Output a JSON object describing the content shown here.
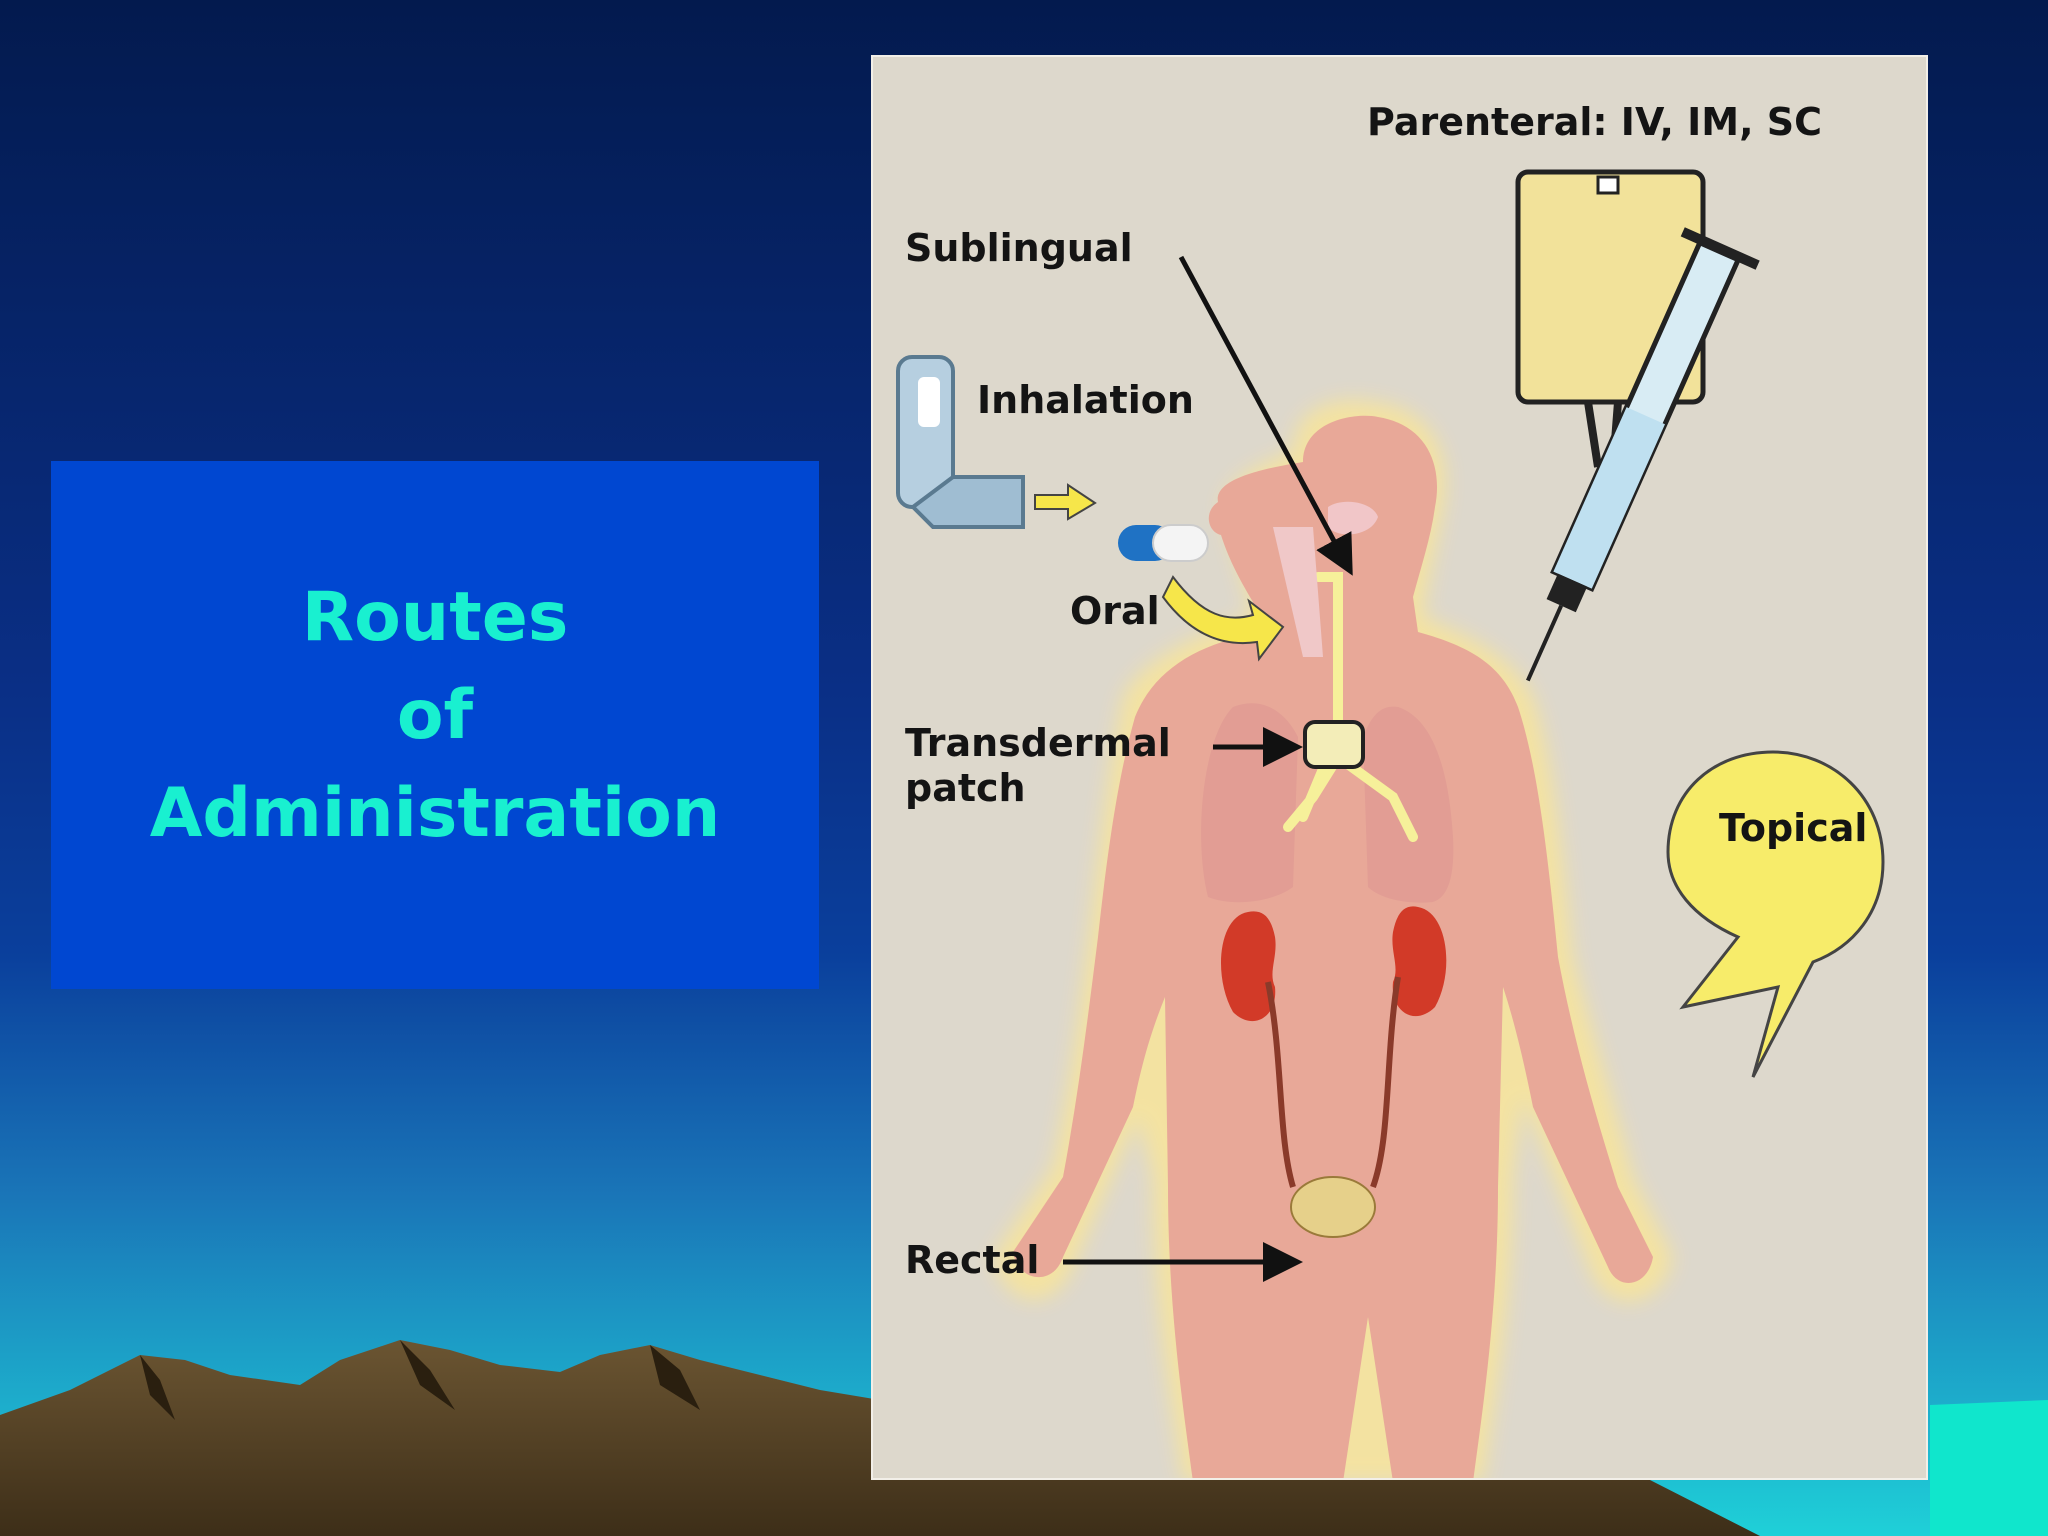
{
  "slide": {
    "title_lines": [
      "Routes",
      "of",
      "Administration"
    ]
  },
  "diagram": {
    "labels": {
      "parenteral": "Parenteral: IV, IM, SC",
      "sublingual": "Sublingual",
      "inhalation": "Inhalation",
      "oral": "Oral",
      "transdermal_line1": "Transdermal",
      "transdermal_line2": "patch",
      "topical": "Topical",
      "rectal": "Rectal"
    }
  },
  "colors": {
    "title_text": "#19f0d0",
    "title_box": "#0047d1",
    "sky_top": "#031a4e",
    "sky_bottom": "#1fd0d8",
    "panel": "#ddd8cc",
    "skin": "#e8a898",
    "glow": "#f8e49a",
    "kidney": "#d23a28",
    "iv_bag": "#f2e29a",
    "topical_bubble": "#f7ec6a"
  }
}
